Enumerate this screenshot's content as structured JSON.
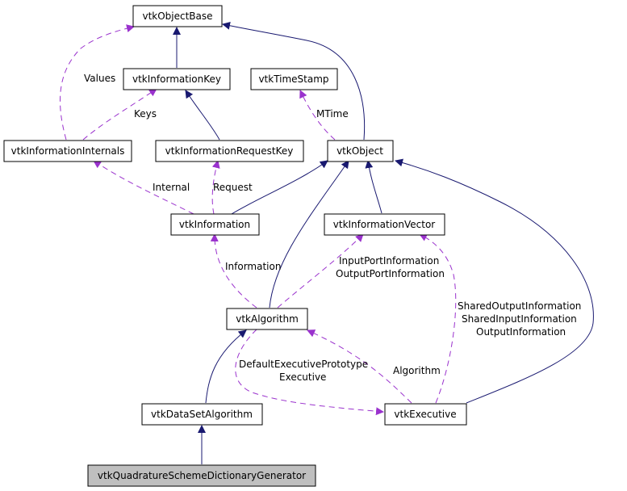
{
  "nodes": {
    "vtkObjectBase": "vtkObjectBase",
    "vtkInformationKey": "vtkInformationKey",
    "vtkTimeStamp": "vtkTimeStamp",
    "vtkInformationInternals": "vtkInformationInternals",
    "vtkInformationRequestKey": "vtkInformationRequestKey",
    "vtkObject": "vtkObject",
    "vtkInformation": "vtkInformation",
    "vtkInformationVector": "vtkInformationVector",
    "vtkAlgorithm": "vtkAlgorithm",
    "vtkDataSetAlgorithm": "vtkDataSetAlgorithm",
    "vtkExecutive": "vtkExecutive",
    "current": "vtkQuadratureSchemeDictionaryGenerator"
  },
  "edge_labels": {
    "values": "Values",
    "keys": "Keys",
    "mtime": "MTime",
    "internal": "Internal",
    "request": "Request",
    "information": "Information",
    "port_info_1": "InputPortInformation",
    "port_info_2": "OutputPortInformation",
    "shared_1": "SharedOutputInformation",
    "shared_2": "SharedInputInformation",
    "shared_3": "OutputInformation",
    "exec_1": "DefaultExecutivePrototype",
    "exec_2": "Executive",
    "algorithm": "Algorithm"
  },
  "colors": {
    "inheritance_edge": "#191970",
    "usage_edge": "#9a32cd",
    "current_node_fill": "#bfbfbf"
  }
}
